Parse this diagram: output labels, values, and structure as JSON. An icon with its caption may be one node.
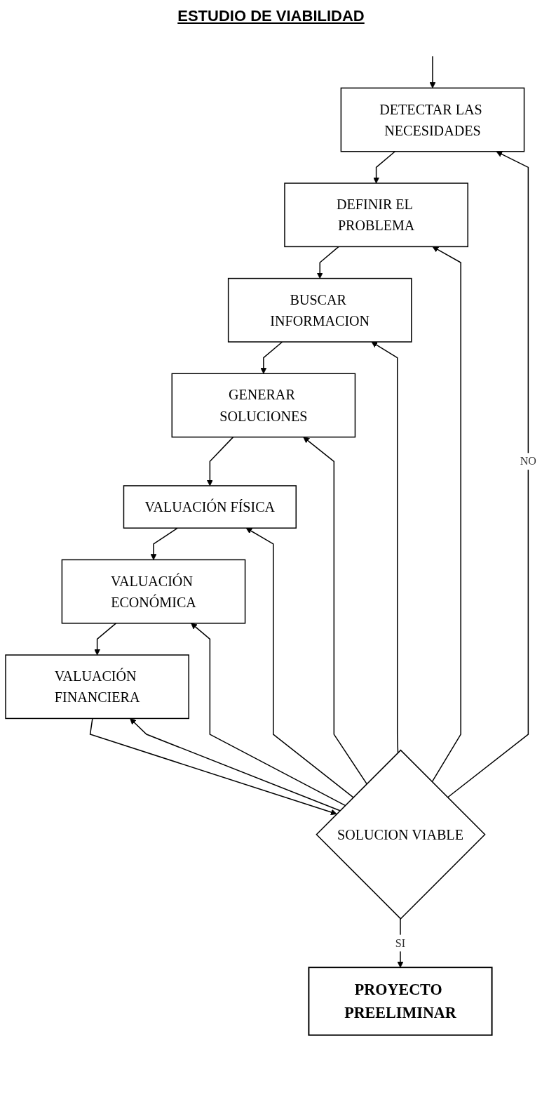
{
  "diagram": {
    "title": "ESTUDIO DE VIABILIDAD",
    "nodes": [
      {
        "text": [
          "DETECTAR LAS NECESIDADES"
        ]
      },
      {
        "text": [
          "DEFINIR EL PROBLEMA"
        ]
      },
      {
        "text": [
          "BUSCAR INFORMACION"
        ]
      },
      {
        "text": [
          "GENERAR SOLUCIONES"
        ]
      },
      {
        "text": [
          "VALUACIÓN FÍSICA"
        ]
      },
      {
        "text": [
          "VALUACIÓN ECONÓMICA"
        ]
      },
      {
        "text": [
          "VALUACIÓN FINANCIERA"
        ]
      },
      {
        "text": [
          "SOLUCION VIABLE"
        ]
      },
      {
        "text": [
          "PROYECTO PREELIMINAR"
        ]
      }
    ],
    "edges": [
      {
        "from": null,
        "to": 0,
        "arrow": "to"
      },
      {
        "from": 0,
        "to": 1,
        "arrow": "to"
      },
      {
        "from": 1,
        "to": 2,
        "arrow": "to"
      },
      {
        "from": 2,
        "to": 3,
        "arrow": "to"
      },
      {
        "from": 3,
        "to": 4,
        "arrow": "to"
      },
      {
        "from": 4,
        "to": 5,
        "arrow": "to"
      },
      {
        "from": 5,
        "to": 6,
        "arrow": "to"
      },
      {
        "from": 6,
        "to": 7,
        "arrow": "to"
      },
      {
        "from": 7,
        "to": 8,
        "label": "SI",
        "arrow": "to"
      },
      {
        "from": 7,
        "to": 0,
        "label": "NO",
        "arrow": "to"
      },
      {
        "from": 7,
        "to": 1,
        "arrow": "to"
      },
      {
        "from": 7,
        "to": 2,
        "arrow": "to"
      },
      {
        "from": 7,
        "to": 3,
        "arrow": "to"
      },
      {
        "from": 7,
        "to": 4,
        "arrow": "to"
      },
      {
        "from": 7,
        "to": 5,
        "arrow": "to"
      },
      {
        "from": 7,
        "to": 6,
        "arrow": "to"
      }
    ]
  }
}
